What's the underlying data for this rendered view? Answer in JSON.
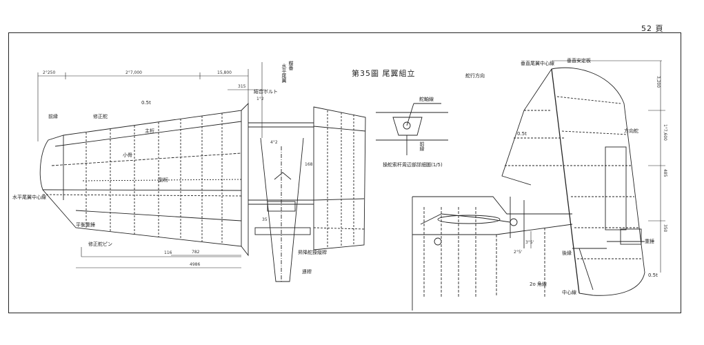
{
  "page": {
    "number": "52 頁"
  },
  "drawing": {
    "title": "第35圖 尾翼組立",
    "detail_title": "操舵索杆周辺部詳細圖(1/5)"
  },
  "labels": {
    "rudder_direction": "舵行方向",
    "hinge_top": "蝶番",
    "fwd_frame": "前縁",
    "stab_hinge": "水平尾翼",
    "spar": "主桁",
    "spar2": "副桁",
    "rib": "小骨",
    "trim_tab": "修正舵",
    "balance": "平衡重錘",
    "hinge_bolt": "結合ボルト",
    "elevator_horn": "昇降舵操縦桿",
    "leading_edge": "前縁",
    "mass_balance": "重錘",
    "fin_lbl": "垂直安定板",
    "rudder_label": "方向舵",
    "elevator_center": "水平尾翼中心線",
    "tail_edge_label": "後縁",
    "thickness": "0.5t",
    "link": "連桿",
    "tab_pin": "修正舵ピン",
    "fin_center": "垂直尾翼中心線",
    "hinge_line": "舵軸線",
    "bottom_a": "2o 角線",
    "bottom_b": "中心線"
  },
  "dimensions": {
    "d1": "2°250",
    "d2": "2°7,000",
    "d3": "15,800",
    "d4": "315",
    "d5": "4°2",
    "d6": "1°2",
    "d7": "782",
    "d8": "4986",
    "d9": "35",
    "d10": "168",
    "d11": "116",
    "d12": "3,200",
    "d13": "1°7,600",
    "d14": "485",
    "d15": "350",
    "d16": "3°5'",
    "d17": "2°5'"
  }
}
